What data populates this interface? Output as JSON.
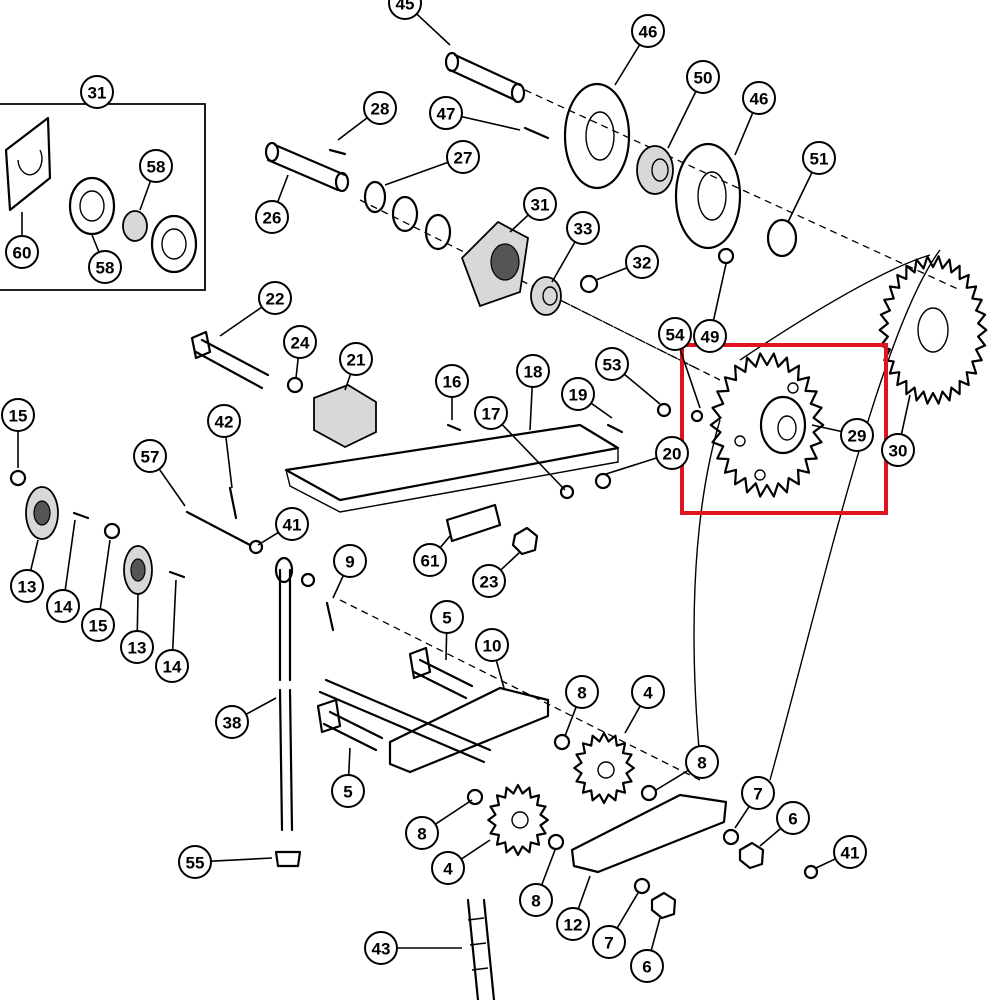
{
  "diagram": {
    "highlight_color": "#e0141e",
    "highlighted_part": "29",
    "callouts": [
      {
        "id": "c45",
        "label": "45"
      },
      {
        "id": "c46a",
        "label": "46"
      },
      {
        "id": "c31a",
        "label": "31"
      },
      {
        "id": "c28",
        "label": "28"
      },
      {
        "id": "c47",
        "label": "47"
      },
      {
        "id": "c50",
        "label": "50"
      },
      {
        "id": "c46b",
        "label": "46"
      },
      {
        "id": "c58a",
        "label": "58"
      },
      {
        "id": "c27",
        "label": "27"
      },
      {
        "id": "c31b",
        "label": "31"
      },
      {
        "id": "c51",
        "label": "51"
      },
      {
        "id": "c26",
        "label": "26"
      },
      {
        "id": "c33",
        "label": "33"
      },
      {
        "id": "c60",
        "label": "60"
      },
      {
        "id": "c58b",
        "label": "58"
      },
      {
        "id": "c32",
        "label": "32"
      },
      {
        "id": "c22",
        "label": "22"
      },
      {
        "id": "c54",
        "label": "54"
      },
      {
        "id": "c49",
        "label": "49"
      },
      {
        "id": "c24",
        "label": "24"
      },
      {
        "id": "c21",
        "label": "21"
      },
      {
        "id": "c53",
        "label": "53"
      },
      {
        "id": "c16",
        "label": "16"
      },
      {
        "id": "c18",
        "label": "18"
      },
      {
        "id": "c19",
        "label": "19"
      },
      {
        "id": "c15a",
        "label": "15"
      },
      {
        "id": "c42",
        "label": "42"
      },
      {
        "id": "c17",
        "label": "17"
      },
      {
        "id": "c29",
        "label": "29"
      },
      {
        "id": "c20",
        "label": "20"
      },
      {
        "id": "c30",
        "label": "30"
      },
      {
        "id": "c57",
        "label": "57"
      },
      {
        "id": "c41a",
        "label": "41"
      },
      {
        "id": "c61",
        "label": "61"
      },
      {
        "id": "c23",
        "label": "23"
      },
      {
        "id": "c13a",
        "label": "13"
      },
      {
        "id": "c14a",
        "label": "14"
      },
      {
        "id": "c9",
        "label": "9"
      },
      {
        "id": "c15b",
        "label": "15"
      },
      {
        "id": "c5a",
        "label": "5"
      },
      {
        "id": "c13b",
        "label": "13"
      },
      {
        "id": "c14b",
        "label": "14"
      },
      {
        "id": "c10",
        "label": "10"
      },
      {
        "id": "c8a",
        "label": "8"
      },
      {
        "id": "c4a",
        "label": "4"
      },
      {
        "id": "c38",
        "label": "38"
      },
      {
        "id": "c8b",
        "label": "8"
      },
      {
        "id": "c5b",
        "label": "5"
      },
      {
        "id": "c7a",
        "label": "7"
      },
      {
        "id": "c6a",
        "label": "6"
      },
      {
        "id": "c8c",
        "label": "8"
      },
      {
        "id": "c41b",
        "label": "41"
      },
      {
        "id": "c55",
        "label": "55"
      },
      {
        "id": "c4b",
        "label": "4"
      },
      {
        "id": "c8d",
        "label": "8"
      },
      {
        "id": "c12",
        "label": "12"
      },
      {
        "id": "c7b",
        "label": "7"
      },
      {
        "id": "c43",
        "label": "43"
      },
      {
        "id": "c6b",
        "label": "6"
      }
    ]
  }
}
